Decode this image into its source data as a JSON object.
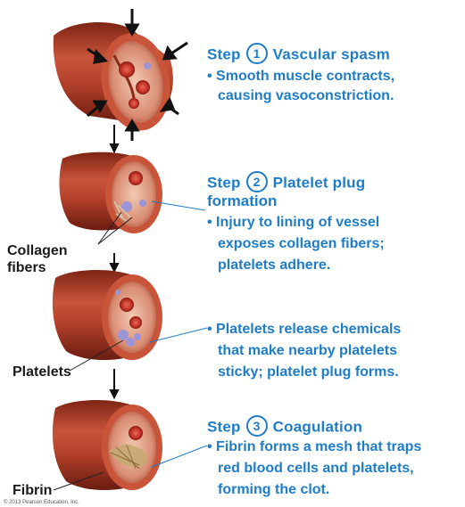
{
  "steps": [
    {
      "title_prefix": "Step",
      "number": "1",
      "title": "Vascular spasm",
      "title_line2": "",
      "bullets": [
        "Smooth muscle contracts,",
        "causing vasoconstriction."
      ]
    },
    {
      "title_prefix": "Step",
      "number": "2",
      "title": "Platelet plug",
      "title_line2": "formation",
      "bullets": [
        "Injury to lining of vessel",
        "exposes collagen fibers;",
        "platelets adhere."
      ]
    },
    {
      "title_prefix": "",
      "number": "",
      "title": "",
      "title_line2": "",
      "bullets": [
        "Platelets release chemicals",
        "that make nearby platelets",
        "sticky; platelet plug forms."
      ]
    },
    {
      "title_prefix": "Step",
      "number": "3",
      "title": "Coagulation",
      "title_line2": "",
      "bullets": [
        "Fibrin forms a mesh that traps",
        "red blood cells and platelets,",
        "forming the clot."
      ]
    }
  ],
  "labels": {
    "collagen": [
      "Collagen",
      "fibers"
    ],
    "platelets": "Platelets",
    "fibrin": "Fibrin"
  },
  "credit": "© 2013 Pearson Education, Inc.",
  "colors": {
    "text_blue": "#1f7cc7",
    "vessel_red": "#b8432c",
    "vessel_dark": "#7a2416",
    "lumen_pink": "#e9b7a0",
    "platelet_purple": "#8e86c9",
    "fibrin_tan": "#c8a872"
  }
}
